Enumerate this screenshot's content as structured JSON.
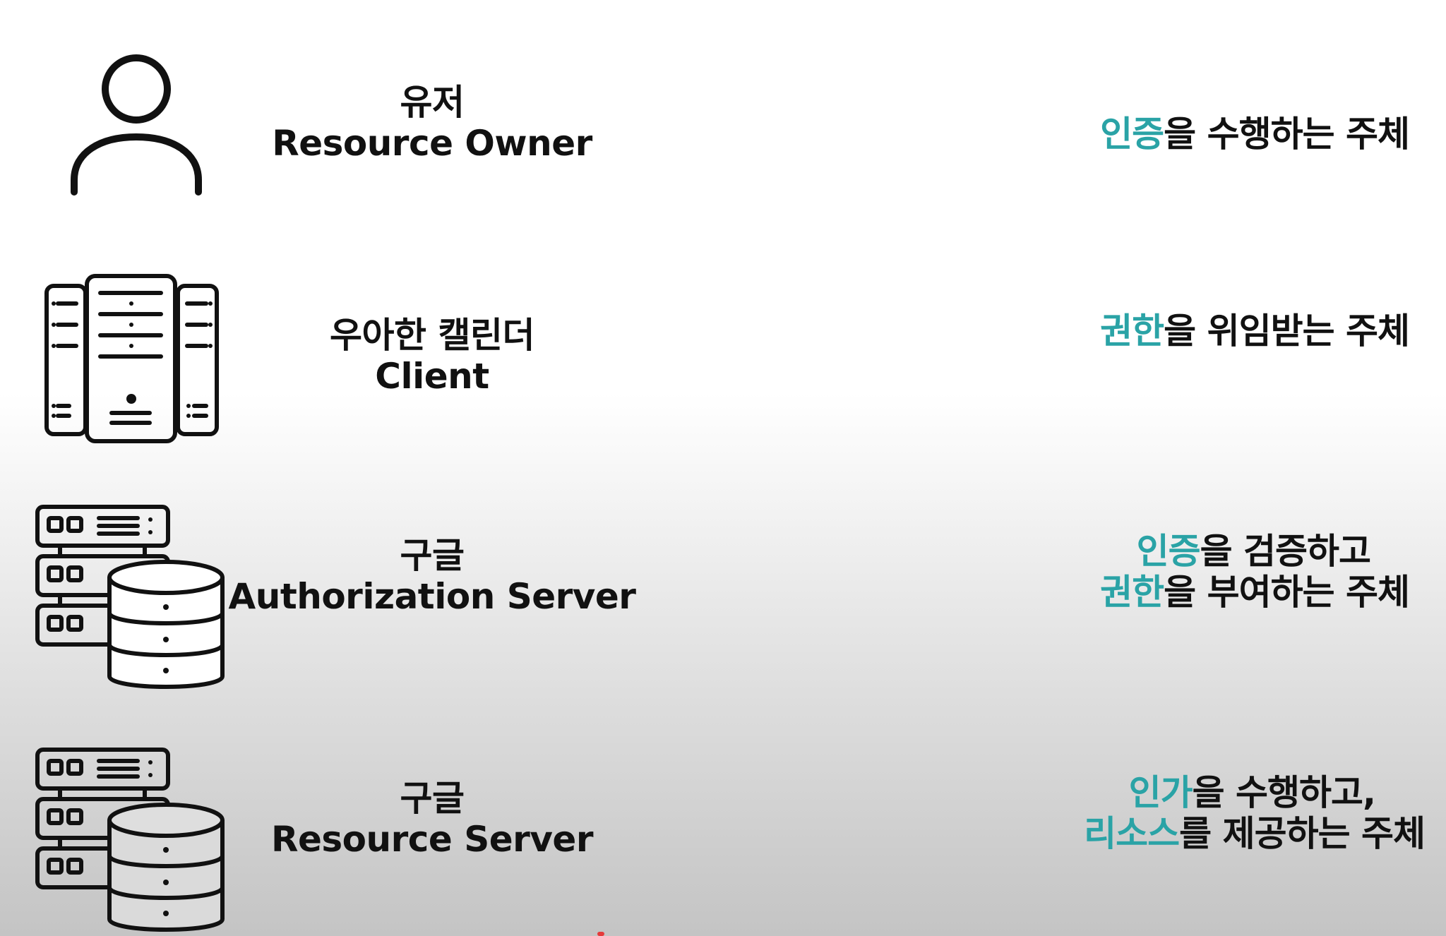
{
  "rows": [
    {
      "icon": "user-icon",
      "name_ko": "유저",
      "name_en": "Resource Owner",
      "desc": [
        [
          {
            "t": "인증",
            "accent": true
          },
          {
            "t": "을 수행하는 주체",
            "accent": false
          }
        ]
      ]
    },
    {
      "icon": "server-rack-icon",
      "name_ko": "우아한 캘린더",
      "name_en": "Client",
      "desc": [
        [
          {
            "t": "권한",
            "accent": true
          },
          {
            "t": "을 위임받는 주체",
            "accent": false
          }
        ]
      ]
    },
    {
      "icon": "server-database-icon",
      "name_ko": "구글",
      "name_en": "Authorization Server",
      "desc": [
        [
          {
            "t": "인증",
            "accent": true
          },
          {
            "t": "을 검증하고",
            "accent": false
          }
        ],
        [
          {
            "t": "권한",
            "accent": true
          },
          {
            "t": "을 부여하는 주체",
            "accent": false
          }
        ]
      ]
    },
    {
      "icon": "server-database-icon",
      "name_ko": "구글",
      "name_en": "Resource Server",
      "desc": [
        [
          {
            "t": "인가",
            "accent": true
          },
          {
            "t": "을 수행하고,",
            "accent": false
          }
        ],
        [
          {
            "t": "리소스",
            "accent": true
          },
          {
            "t": "를 제공하는 주체",
            "accent": false
          }
        ]
      ]
    }
  ],
  "colors": {
    "accent": "#2aa3a6",
    "text": "#111111"
  }
}
